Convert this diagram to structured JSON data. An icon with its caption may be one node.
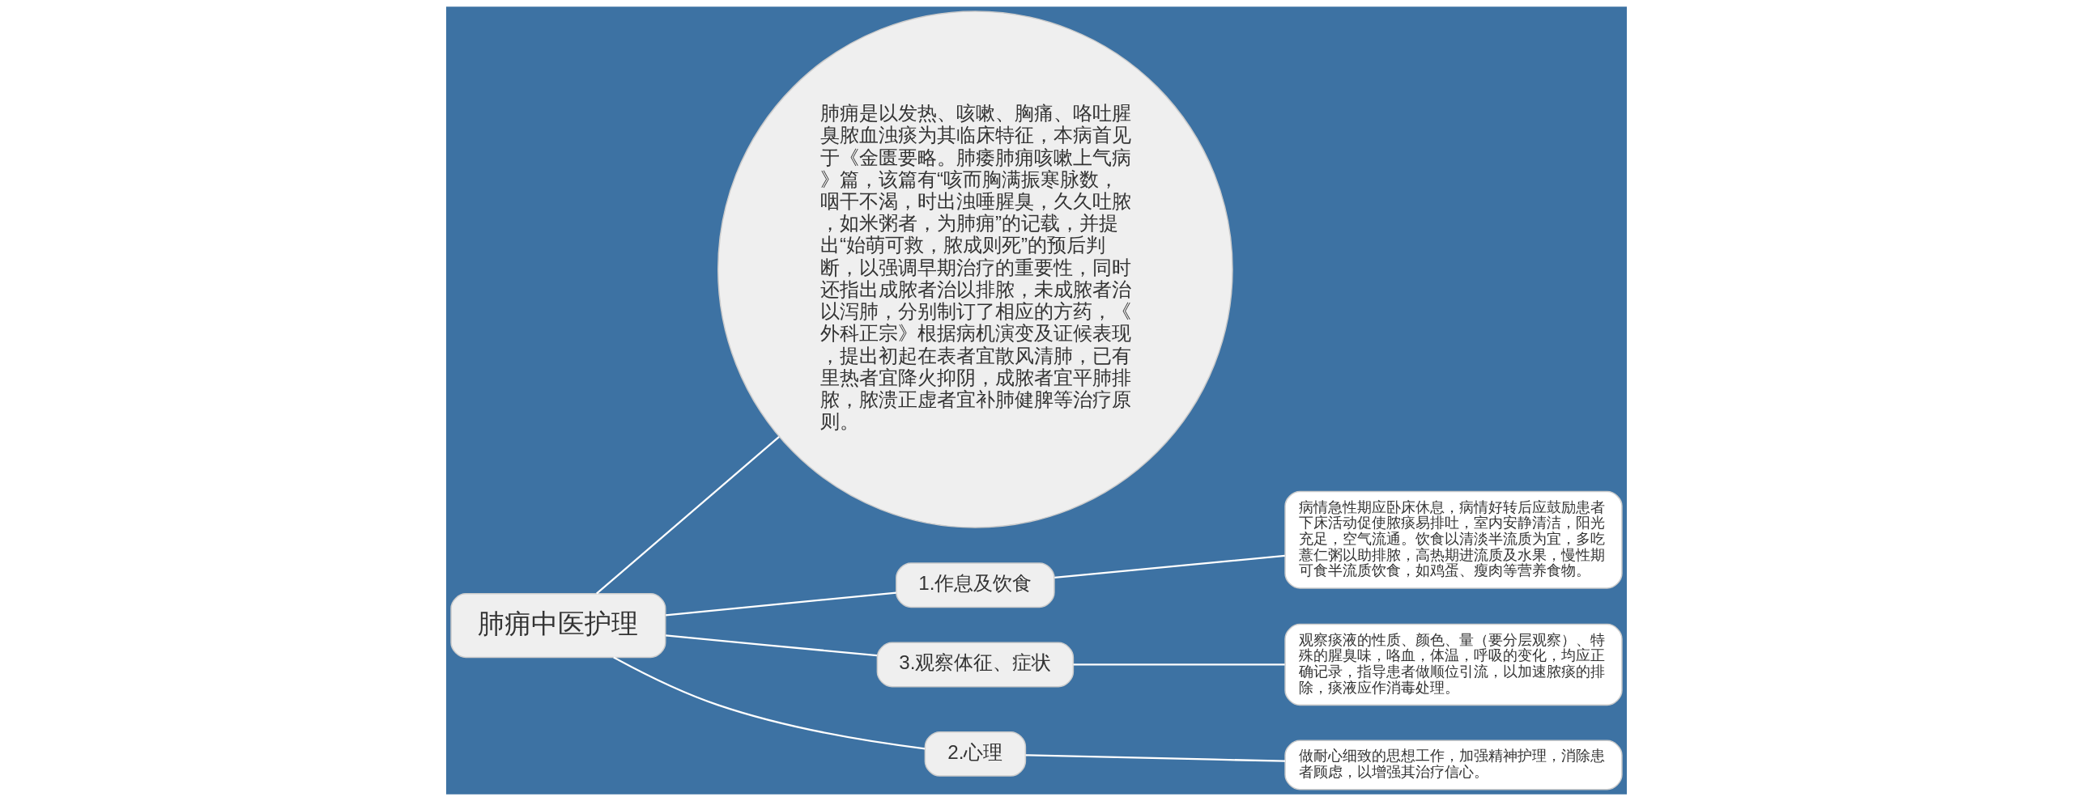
{
  "diagram": {
    "nodes": [
      {
        "text": [
          "肺痈中医护理"
        ]
      },
      {
        "text": [
          "肺痈是以发热、咳嗽、胸痛、咯吐腥臭脓血浊痰为其临床特征，本病首见于《金匮要略。肺痿肺痈咳嗽上气病》篇，该篇有“咳而胸满振寒脉数，咽干不渴，时出浊唾腥臭，久久吐脓，如米粥者，为肺痈”的记载，并提出“始萌可救，脓成则死”的预后判断，以强调早期治疗的重要性，同时还指出成脓者治以排脓，未成脓者治以泻肺，分别制订了相应的方药，《外科正宗》根据病机演变及证候表现，提出初起在表者宜散风清肺，已有里热者宜降火抑阴，成脓者宜平肺排脓，脓溃正虚者宜补肺健脾等治疗原则。"
        ]
      },
      {
        "text": [
          "1.作息及饮食"
        ]
      },
      {
        "text": [
          "病情急性期应卧床休息，病情好转后应鼓励患者下床活动促使脓痰易排吐，室内安静清洁，阳光充足，空气流通。饮食以清淡半流质为宜，多吃薏仁粥以助排脓，高热期进流质及水果，慢性期可食半流质饮食，如鸡蛋、瘦肉等营养食物。"
        ]
      },
      {
        "text": [
          "3.观察体征、症状"
        ]
      },
      {
        "text": [
          "观察痰液的性质、颜色、量（要分层观察）、特殊的腥臭味，咯血，体温，呼吸的变化，均应正确记录，指导患者做顺位引流，以加速脓痰的排除，痰液应作消毒处理。"
        ]
      },
      {
        "text": [
          "2.心理"
        ]
      },
      {
        "text": [
          "做耐心细致的思想工作，加强精神护理，消除患者顾虑，以增强其治疗信心。"
        ]
      }
    ],
    "edges": [
      {
        "from": 0,
        "to": 1,
        "arrow": "none"
      },
      {
        "from": 0,
        "to": 2,
        "arrow": "none"
      },
      {
        "from": 2,
        "to": 3,
        "arrow": "none"
      },
      {
        "from": 0,
        "to": 4,
        "arrow": "none"
      },
      {
        "from": 4,
        "to": 5,
        "arrow": "none"
      },
      {
        "from": 0,
        "to": 6,
        "arrow": "none"
      },
      {
        "from": 6,
        "to": 7,
        "arrow": "none"
      }
    ]
  }
}
